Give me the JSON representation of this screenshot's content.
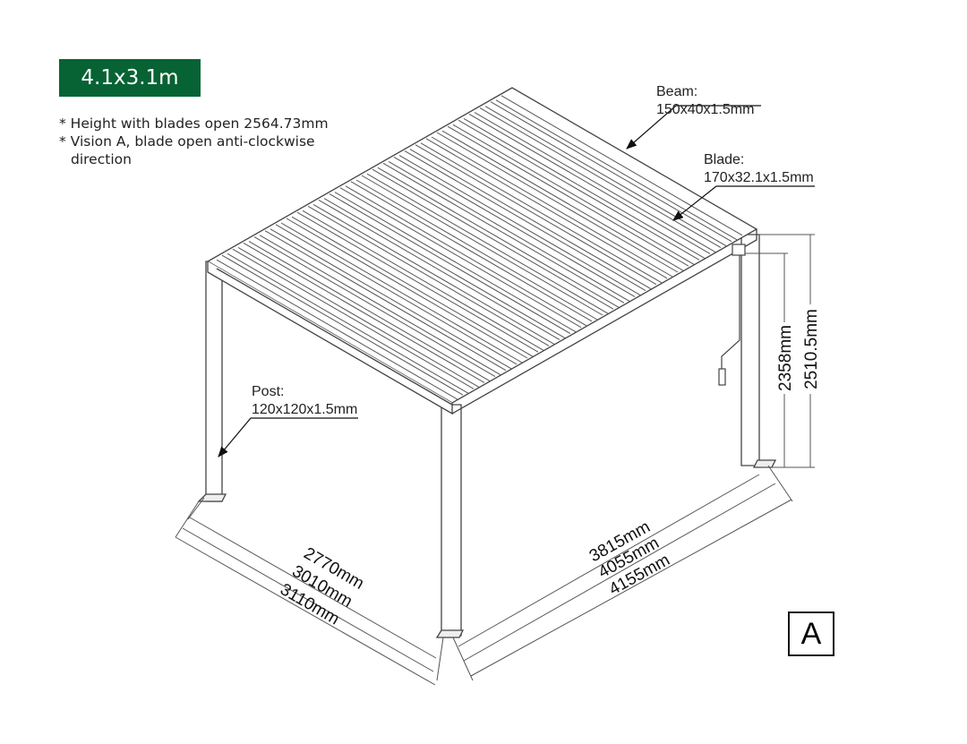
{
  "title_badge": "4.1x3.1m",
  "notes": [
    "* Height with blades open 2564.73mm",
    "* Vision A, blade open anti-clockwise",
    "direction"
  ],
  "callouts": {
    "beam": {
      "name": "Beam:",
      "size": "150x40x1.5mm"
    },
    "blade": {
      "name": "Blade:",
      "size": "170x32.1x1.5mm"
    },
    "post": {
      "name": "Post:",
      "size": "120x120x1.5mm"
    }
  },
  "dimensions": {
    "width_inner": "2770mm",
    "width_mid": "3010mm",
    "width_outer": "3110mm",
    "length_inner": "3815mm",
    "length_mid": "4055mm",
    "length_outer": "4155mm",
    "height_clear": "2358mm",
    "height_total": "2510.5mm"
  },
  "vision_label": "A",
  "colors": {
    "brand": "#076334",
    "line": "#333333"
  }
}
